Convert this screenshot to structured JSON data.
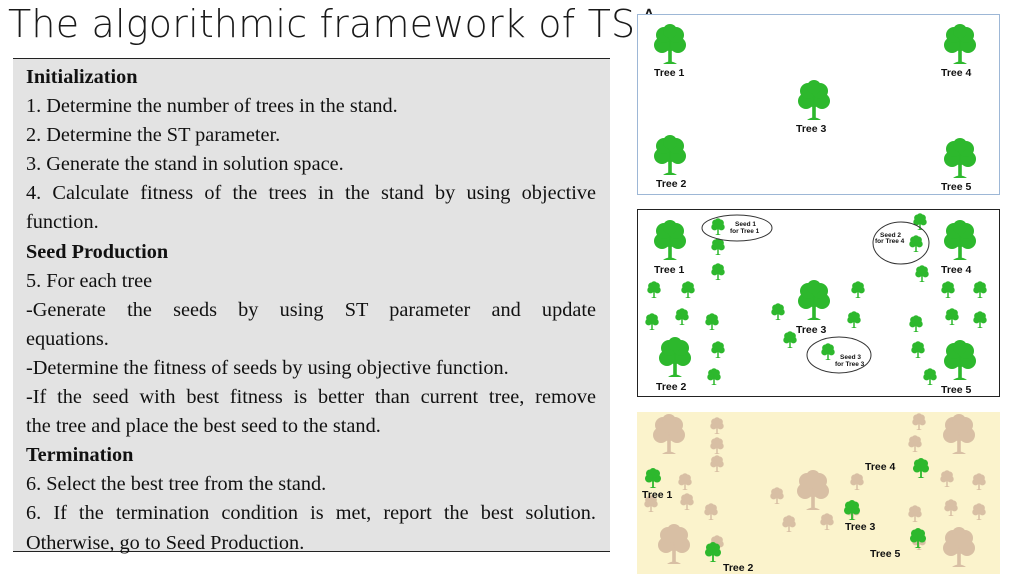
{
  "slide": {
    "title": "The algorithmic framework of TSA"
  },
  "algorithm": {
    "lines": [
      {
        "text": "Initialization",
        "heading": true
      },
      {
        "text": "1. Determine the number of trees in the stand."
      },
      {
        "text": "2. Determine the ST parameter."
      },
      {
        "text": "3. Generate the stand in solution space."
      },
      {
        "text": "4. Calculate fitness of the trees in the stand by using objective"
      },
      {
        "text": "function."
      },
      {
        "text": "Seed Production",
        "heading": true
      },
      {
        "text": "5. For each tree"
      },
      {
        "text": "-Generate the seeds by using ST parameter and update"
      },
      {
        "text": "equations."
      },
      {
        "text": "-Determine the fitness of seeds by using objective function."
      },
      {
        "text": "-If the seed with best fitness is better than current tree, remove"
      },
      {
        "text": "the tree and place the best seed to the stand."
      },
      {
        "text": "Termination",
        "heading": true
      },
      {
        "text": "6. Select the best tree from the stand."
      },
      {
        "text": "6. If the termination condition is met, report the best solution."
      },
      {
        "text": "Otherwise, go to Seed Production."
      }
    ]
  },
  "panels": {
    "tree_color": "#2db82d",
    "faded_tree_color": "#d8bfa4",
    "panel1": {
      "labels": {
        "t1": "Tree 1",
        "t2": "Tree 2",
        "t3": "Tree 3",
        "t4": "Tree 4",
        "t5": "Tree 5"
      }
    },
    "panel2": {
      "labels": {
        "t1": "Tree 1",
        "t2": "Tree 2",
        "t3": "Tree 3",
        "t4": "Tree 4",
        "t5": "Tree 5"
      },
      "seed_labels": {
        "s1a": "Seed 1",
        "s1b": "for Tree 1",
        "s2a": "Seed 2",
        "s2b": "for Tree 4",
        "s3a": "Seed 3",
        "s3b": "for Tree 3"
      }
    },
    "panel3": {
      "labels": {
        "t1": "Tree 1",
        "t2": "Tree 2",
        "t3": "Tree 3",
        "t4": "Tree 4",
        "t5": "Tree 5"
      }
    }
  }
}
